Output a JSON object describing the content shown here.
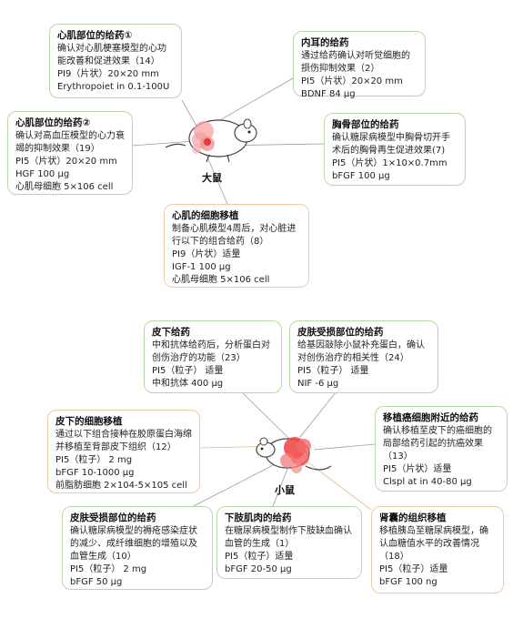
{
  "rat_label": "大鼠",
  "mouse_label": "小鼠",
  "rat_boxes": [
    {
      "id": "r1",
      "title": "心肌部位的给药①",
      "desc": "确认对心肌梗塞模型的心功能改善和促进效果（14）",
      "lines": [
        "PI9（片状）20×20 mm",
        "Erythropoiet in 0.1-100U"
      ]
    },
    {
      "id": "r2",
      "title": "内耳的给药",
      "desc": "通过给药确认对听觉细胞的损伤抑制效果（2）",
      "lines": [
        "PI5（片状）20×20 mm",
        "BDNF 84 μg"
      ]
    },
    {
      "id": "r3",
      "title": "心肌部位的给药②",
      "desc": "确认对高血压模型的心力衰竭的抑制效果（19）",
      "lines": [
        "PI5（片状）20×20 mm",
        "HGF 100 μg",
        "心肌母细胞 5×106  cell"
      ]
    },
    {
      "id": "r4",
      "title": "胸骨部位的给药",
      "desc": "确认糖尿病模型中胸骨切开手术后的胸骨再生促进效果(7)",
      "lines": [
        "PI5（片状）1×10×0.7mm",
        "bFGF 100 μg"
      ]
    },
    {
      "id": "r5",
      "title": "心肌的细胞移植",
      "desc": "制备心肌模型4周后，对心脏进行以下的组合给药（8）",
      "lines": [
        "PI9（片状）适量",
        "IGF-1 100 μg",
        "心肌母细胞 5×106  cell"
      ]
    }
  ],
  "mouse_boxes": [
    {
      "id": "m1",
      "title": "皮下给药",
      "desc": "中和抗体给药后，分析蛋白对创伤治疗的功能（23）",
      "lines": [
        "PI5（粒子） 适量",
        "中和抗体 400 μg"
      ]
    },
    {
      "id": "m2",
      "title": "皮肤受损部位的给药",
      "desc": "给基因敲除小鼠补充蛋白，确认对创伤治疗的相关性（24）",
      "lines": [
        "PI5（粒子） 适量",
        "NIF -6 μg"
      ]
    },
    {
      "id": "m3",
      "title": "皮下的细胞移植",
      "desc": "通过以下组合接种在胶原蛋白海绵并移植至背部皮下组织（12）",
      "lines": [
        "PI5（粒子） 2 mg",
        "bFGF 10-1000 μg",
        "前脂肪细胞 2×104-5×105 cell"
      ]
    },
    {
      "id": "m4",
      "title": "移植癌细胞附近的给药",
      "desc": "确认移植至皮下的癌细胞的局部给药引起的抗癌效果（13）",
      "lines": [
        "PI5（片状）适量",
        "Clspl at in 40-80 μg"
      ]
    },
    {
      "id": "m5",
      "title": "皮肤受损部位的给药",
      "desc": "确认糖尿病模型的褥疮感染症状的减少、成纤维细胞的增殖以及血管生成（10）",
      "lines": [
        "PI5（粒子） 2 mg",
        "bFGF 50 μg"
      ]
    },
    {
      "id": "m6",
      "title": "下肢肌肉的给药",
      "desc": "在糖尿病模型制作下肢缺血确认血管的生成（1）",
      "lines": [
        "PI5（粒子）适量",
        "bFGF 20-50 μg"
      ]
    },
    {
      "id": "m7",
      "title": "肾囊的组织移植",
      "desc": "移植胰岛至糖尿病模型，确认血糖值水平的改善情况（18）",
      "lines": [
        "PI5（粒子）适量",
        "bFGF 100 ng"
      ]
    }
  ]
}
